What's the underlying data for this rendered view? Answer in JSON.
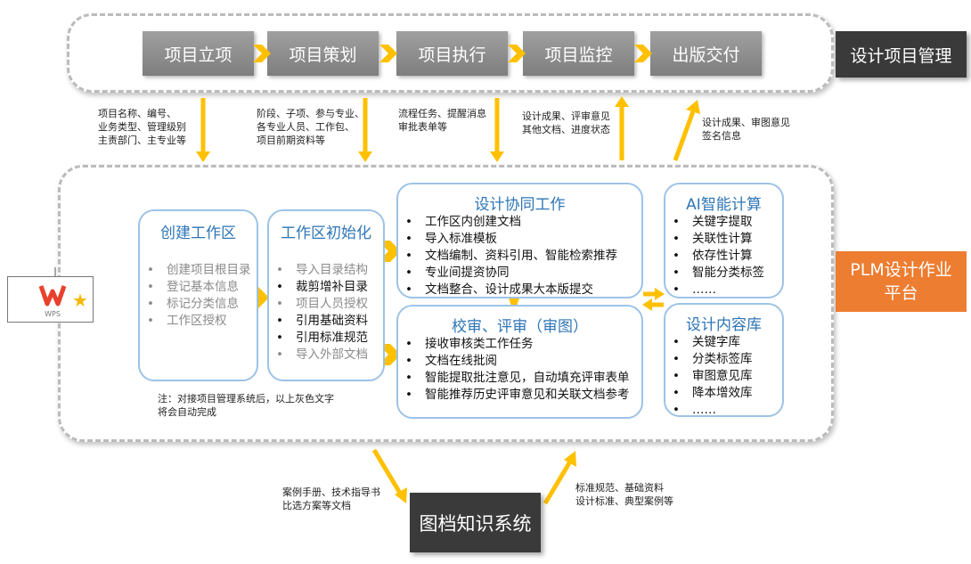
{
  "top": {
    "steps": [
      "项目立项",
      "项目策划",
      "项目执行",
      "项目监控",
      "出版交付"
    ],
    "label": "设计项目管理"
  },
  "flows": [
    [
      "项目名称、编号、",
      "业务类型、管理级别",
      "主责部门、主专业等"
    ],
    [
      "阶段、子项、参与专业、",
      "各专业人员、工作包、",
      "项目前期资料等"
    ],
    [
      "流程任务、提醒消息",
      "审批表单等"
    ],
    [
      "设计成果、评审意见",
      "其他文档、进度状态"
    ],
    [
      "设计成果、审图意见",
      "签名信息"
    ]
  ],
  "platform": {
    "label": "PLM设计作业平台",
    "create": {
      "title": "创建工作区",
      "items": [
        "创建项目根目录",
        "登记基本信息",
        "标记分类信息",
        "工作区授权"
      ]
    },
    "init": {
      "title": "工作区初始化",
      "items": [
        "导入目录结构",
        "裁剪增补目录",
        "项目人员授权",
        "引用基础资料",
        "引用标准规范",
        "导入外部文档"
      ]
    },
    "collab": {
      "title": "设计协同工作",
      "items": [
        "工作区内创建文档",
        "导入标准模板",
        "文档编制、资料引用、智能检索推荐",
        "专业间提资协同",
        "文档整合、设计成果大本版提交"
      ]
    },
    "review": {
      "title": "校审、评审（审图）",
      "items": [
        "接收审核类工作任务",
        "文档在线批阅",
        "智能提取批注意见，自动填充评审表单",
        "智能推荐历史评审意见和关联文档参考"
      ]
    },
    "ai": {
      "title": "AI智能计算",
      "items": [
        "关键字提取",
        "关联性计算",
        "依存性计算",
        "智能分类标签",
        "……"
      ]
    },
    "lib": {
      "title": "设计内容库",
      "items": [
        "关键字库",
        "分类标签库",
        "审图意见库",
        "降本增效库",
        "……"
      ]
    },
    "note": [
      "注：对接项目管理系统后，以上灰色文字",
      "将会自动完成"
    ]
  },
  "wps": {
    "logo_text": "WPS"
  },
  "bottom": {
    "label": "图档知识系统",
    "in": [
      "案例手册、技术指导书",
      "比选方案等文档"
    ],
    "out": [
      "标准规范、基础资料",
      "设计标准、典型案例等"
    ]
  },
  "colors": {
    "arrow": "#FFC000",
    "plm": "#ED7D31",
    "dark": "#3a3a3a",
    "title": "#2e75b6"
  }
}
